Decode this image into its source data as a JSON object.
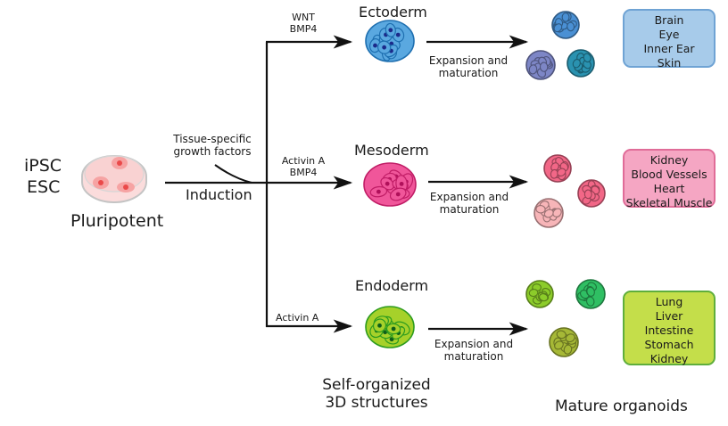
{
  "source": {
    "cell_types": [
      "iPSC",
      "ESC"
    ],
    "state_label": "Pluripotent"
  },
  "induction": {
    "factors_label_line1": "Tissue-specific",
    "factors_label_line2": "growth factors",
    "label": "Induction"
  },
  "germ_layers": [
    {
      "name": "Ectoderm",
      "signals": [
        "WNT",
        "BMP4"
      ],
      "expansion_line1": "Expansion and",
      "expansion_line2": "maturation",
      "organs": [
        "Brain",
        "Eye",
        "Inner Ear",
        "Skin"
      ],
      "colors": {
        "box_fill": "#a7cbea",
        "box_border": "#6fa3d4",
        "cell_fill": "#5aa8e0",
        "cell_stroke": "#1e6fb0",
        "nucleus": "#1b2a8a",
        "organoids": [
          "#4a90d4",
          "#7d86c6",
          "#2a92b0"
        ]
      }
    },
    {
      "name": "Mesoderm",
      "signals": [
        "Activin A",
        "BMP4"
      ],
      "expansion_line1": "Expansion and",
      "expansion_line2": "maturation",
      "organs": [
        "Kidney",
        "Blood Vessels",
        "Heart",
        "Skeletal Muscle"
      ],
      "colors": {
        "box_fill": "#f5a6c3",
        "box_border": "#e06c98",
        "cell_fill": "#f0569a",
        "cell_stroke": "#c01d66",
        "nucleus": "#b0105a",
        "organoids": [
          "#f26787",
          "#f26787",
          "#f7b5b8"
        ]
      }
    },
    {
      "name": "Endoderm",
      "signals": [
        "Activin A"
      ],
      "expansion_line1": "Expansion and",
      "expansion_line2": "maturation",
      "organs": [
        "Lung",
        "Liver",
        "Intestine",
        "Stomach",
        "Kidney"
      ],
      "colors": {
        "box_fill": "#c4de4a",
        "box_border": "#5fae3c",
        "cell_fill": "#a6d12a",
        "cell_stroke": "#2c9b1e",
        "nucleus": "#0f5e1a",
        "organoids": [
          "#8ccc2a",
          "#2fbf63",
          "#a6b836"
        ]
      }
    }
  ],
  "footer": {
    "structures_line1": "Self-organized",
    "structures_line2": "3D structures",
    "organoids_label": "Mature organoids"
  },
  "colors": {
    "line": "#111111",
    "dish_rim": "#bdbdbd",
    "dish_fill": "#f9d2d2",
    "colony": "#ef6b6b"
  }
}
